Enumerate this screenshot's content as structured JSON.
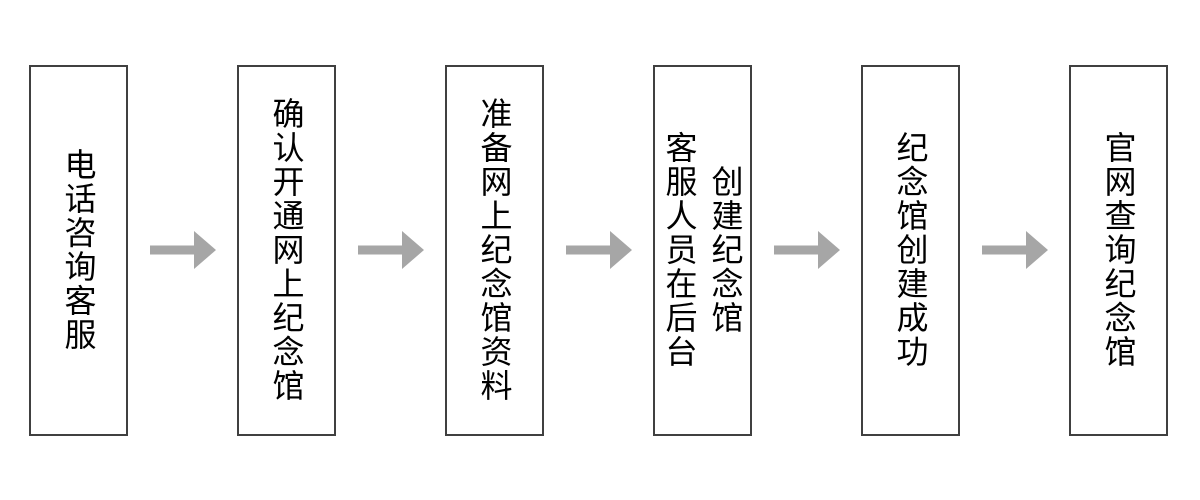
{
  "flowchart": {
    "steps": [
      {
        "label": "电话咨询客服",
        "lines": [
          "电话咨询客服"
        ]
      },
      {
        "label": "确认开通网上纪念馆",
        "lines": [
          "确认开通网上纪念馆"
        ]
      },
      {
        "label": "准备网上纪念馆资料",
        "lines": [
          "准备网上纪念馆资料"
        ]
      },
      {
        "label": "客服人员在后台创建纪念馆",
        "lines": [
          "客服人员在后台",
          "创建纪念馆"
        ]
      },
      {
        "label": "纪念馆创建成功",
        "lines": [
          "纪念馆创建成功"
        ]
      },
      {
        "label": "官网查询纪念馆",
        "lines": [
          "官网查询纪念馆"
        ]
      }
    ],
    "arrow_icon": "arrow-right",
    "arrow_count": 5
  },
  "colors": {
    "background": "#ffffff",
    "box_fill": "#ffffff",
    "box_border": "#404040",
    "text": "#000000",
    "arrow": "#a6a6a6"
  }
}
